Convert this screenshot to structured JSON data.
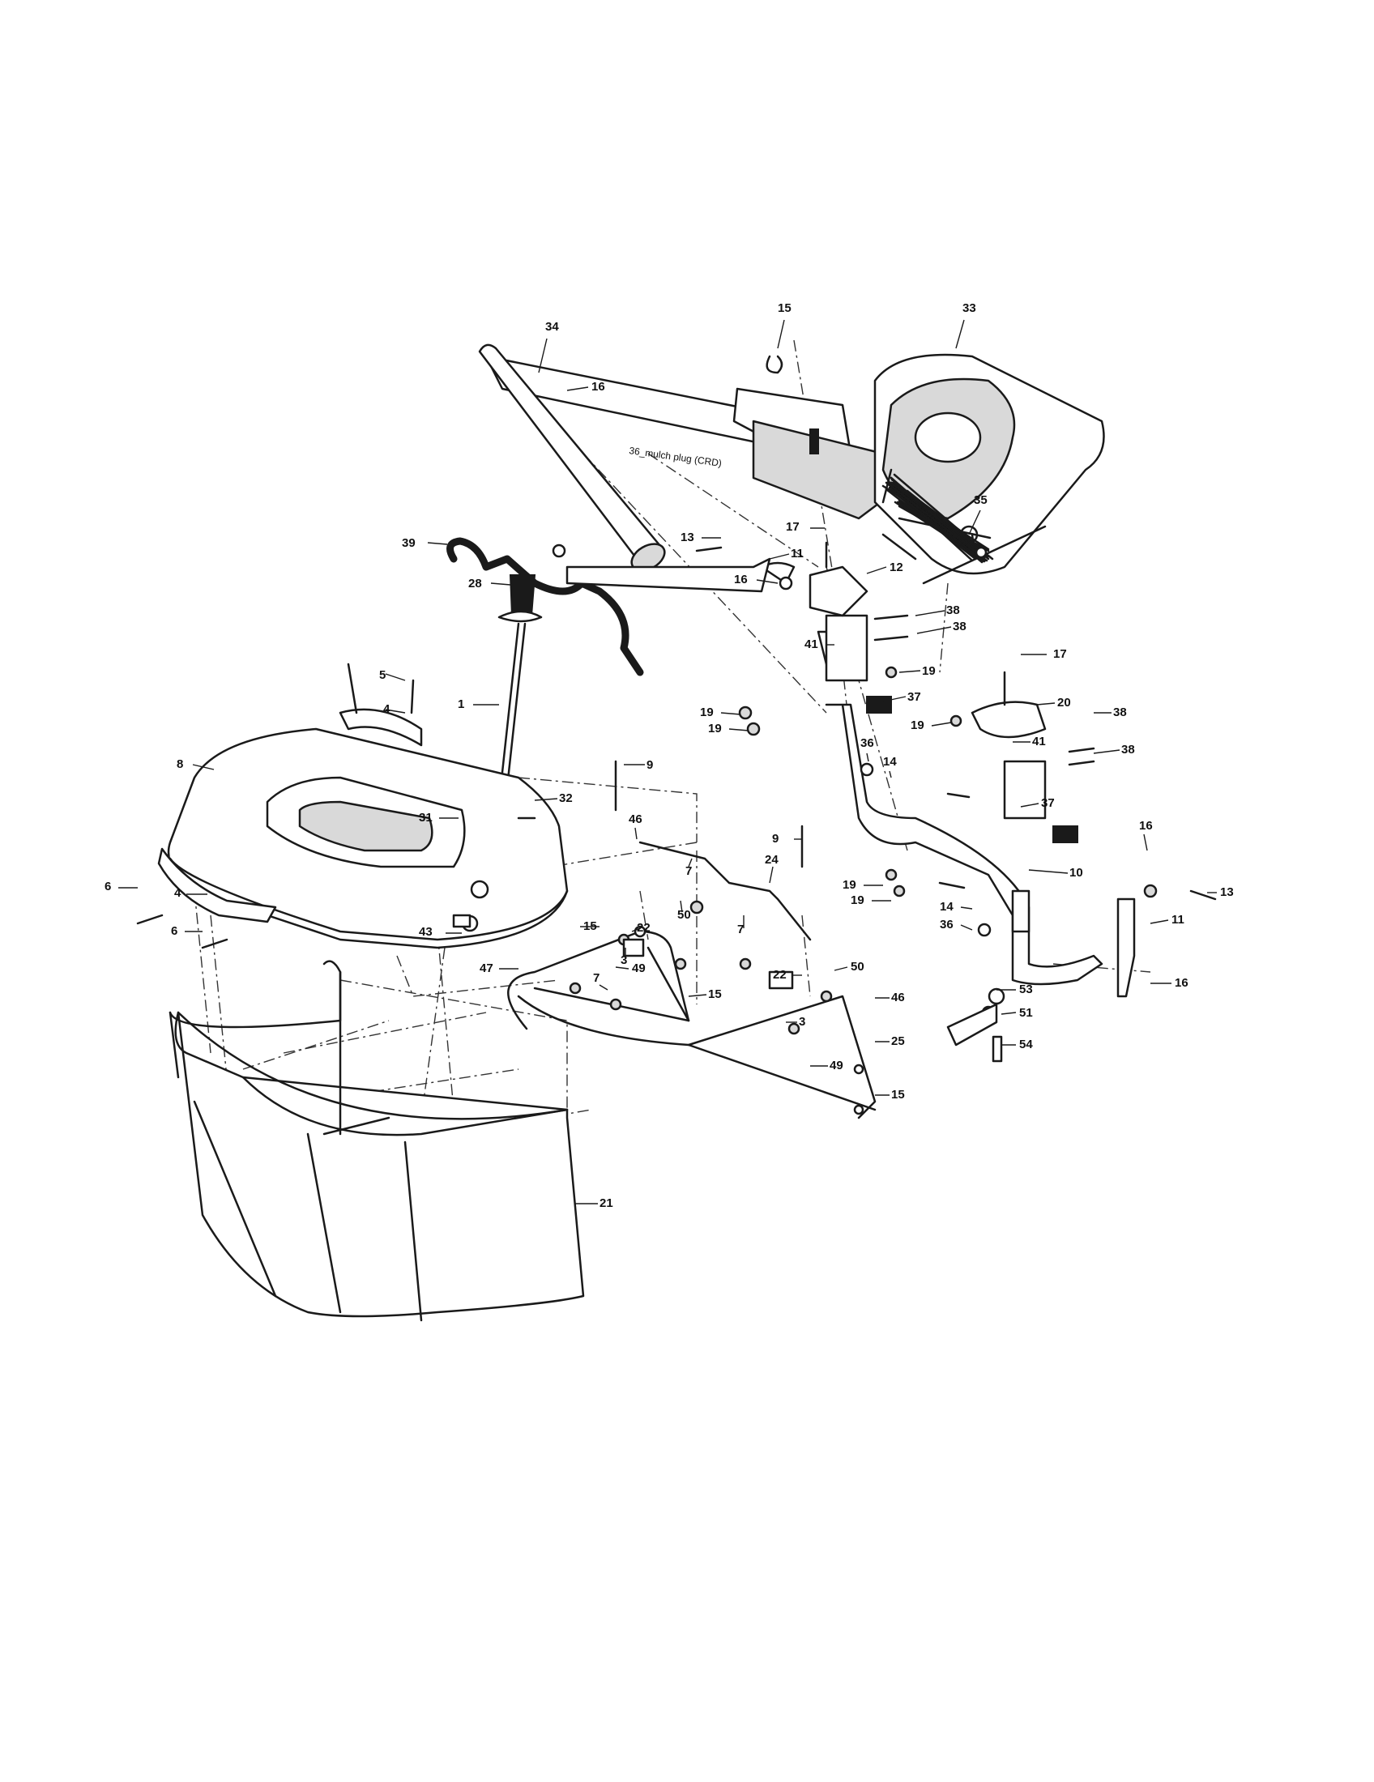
{
  "diagram": {
    "note": "36_mulch plug (CRD)",
    "callouts": [
      {
        "id": "c34",
        "label": "34"
      },
      {
        "id": "c15a",
        "label": "15"
      },
      {
        "id": "c33",
        "label": "33"
      },
      {
        "id": "c35",
        "label": "35"
      },
      {
        "id": "c39",
        "label": "39"
      },
      {
        "id": "c16a",
        "label": "16"
      },
      {
        "id": "c13a",
        "label": "13"
      },
      {
        "id": "c17a",
        "label": "17"
      },
      {
        "id": "c11a",
        "label": "11"
      },
      {
        "id": "c28",
        "label": "28"
      },
      {
        "id": "c16b",
        "label": "16"
      },
      {
        "id": "c12",
        "label": "12"
      },
      {
        "id": "c38a",
        "label": "38"
      },
      {
        "id": "c38b",
        "label": "38"
      },
      {
        "id": "c41a",
        "label": "41"
      },
      {
        "id": "c19a",
        "label": "19"
      },
      {
        "id": "c17b",
        "label": "17"
      },
      {
        "id": "c5",
        "label": "5"
      },
      {
        "id": "c37a",
        "label": "37"
      },
      {
        "id": "c4a",
        "label": "4"
      },
      {
        "id": "c1",
        "label": "1"
      },
      {
        "id": "c19b",
        "label": "19"
      },
      {
        "id": "c19c",
        "label": "19"
      },
      {
        "id": "c20",
        "label": "20"
      },
      {
        "id": "c19d",
        "label": "19"
      },
      {
        "id": "c8",
        "label": "8"
      },
      {
        "id": "c9a",
        "label": "9"
      },
      {
        "id": "c41b",
        "label": "41"
      },
      {
        "id": "c38c",
        "label": "38"
      },
      {
        "id": "c38d",
        "label": "38"
      },
      {
        "id": "c36a",
        "label": "36"
      },
      {
        "id": "c14a",
        "label": "14"
      },
      {
        "id": "c32",
        "label": "32"
      },
      {
        "id": "c37b",
        "label": "37"
      },
      {
        "id": "c31",
        "label": "31"
      },
      {
        "id": "c9b",
        "label": "9"
      },
      {
        "id": "c19e",
        "label": "19"
      },
      {
        "id": "c19f",
        "label": "19"
      },
      {
        "id": "c16c",
        "label": "16"
      },
      {
        "id": "c46a",
        "label": "46"
      },
      {
        "id": "c24",
        "label": "24"
      },
      {
        "id": "c14b",
        "label": "14"
      },
      {
        "id": "c10",
        "label": "10"
      },
      {
        "id": "c36b",
        "label": "36"
      },
      {
        "id": "c6a",
        "label": "6"
      },
      {
        "id": "c7a",
        "label": "7"
      },
      {
        "id": "c13b",
        "label": "13"
      },
      {
        "id": "c4b",
        "label": "4"
      },
      {
        "id": "c50a",
        "label": "50"
      },
      {
        "id": "c11b",
        "label": "11"
      },
      {
        "id": "c7b",
        "label": "7"
      },
      {
        "id": "c6b",
        "label": "6"
      },
      {
        "id": "c15b",
        "label": "15"
      },
      {
        "id": "c22a",
        "label": "22"
      },
      {
        "id": "c43",
        "label": "43"
      },
      {
        "id": "c3a",
        "label": "3"
      },
      {
        "id": "c47",
        "label": "47"
      },
      {
        "id": "c49a",
        "label": "49"
      },
      {
        "id": "c22b",
        "label": "22"
      },
      {
        "id": "c50b",
        "label": "50"
      },
      {
        "id": "c16d",
        "label": "16"
      },
      {
        "id": "c7c",
        "label": "7"
      },
      {
        "id": "c53",
        "label": "53"
      },
      {
        "id": "c15c",
        "label": "15"
      },
      {
        "id": "c46b",
        "label": "46"
      },
      {
        "id": "c51",
        "label": "51"
      },
      {
        "id": "c3b",
        "label": "3"
      },
      {
        "id": "c25",
        "label": "25"
      },
      {
        "id": "c54",
        "label": "54"
      },
      {
        "id": "c49b",
        "label": "49"
      },
      {
        "id": "c15d",
        "label": "15"
      },
      {
        "id": "c21",
        "label": "21"
      }
    ]
  }
}
